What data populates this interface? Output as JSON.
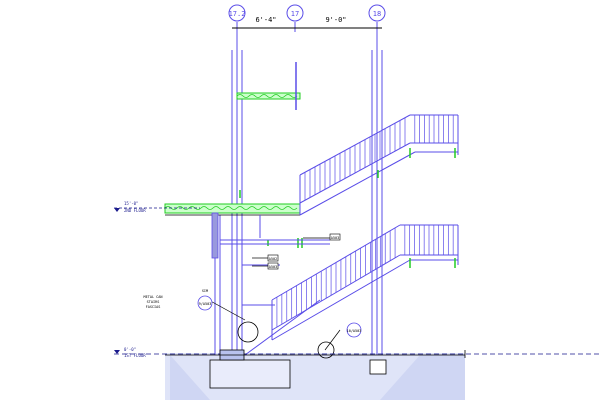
{
  "grid_bubbles": [
    {
      "id": "gb1",
      "label": "17.2"
    },
    {
      "id": "gb2",
      "label": "17"
    },
    {
      "id": "gb3",
      "label": "18"
    }
  ],
  "dimensions": [
    {
      "id": "d1",
      "text": "6'-4\""
    },
    {
      "id": "d2",
      "text": "9'-0\""
    }
  ],
  "levels": [
    {
      "id": "lvl2",
      "elevation": "15'-0\"",
      "name": "2ND FLOOR"
    },
    {
      "id": "lvl1",
      "elevation": "0'-0\"",
      "name": "1ST FLOOR"
    }
  ],
  "tags": {
    "t_a": "A503",
    "t_b": "A502",
    "t_c": "A503"
  },
  "detail_bubbles": {
    "b1": "9/A503",
    "b2": "10/A503"
  },
  "notes": {
    "note_small": "SIM",
    "note_block": [
      "METAL CAN",
      "STAIRS",
      "FASCIAS"
    ]
  },
  "colors": {
    "structure": "#5a4de8",
    "green": "#22cc22",
    "black": "#000000",
    "dark_blue": "#1a1a8c",
    "ground": "#d6ddf5"
  }
}
